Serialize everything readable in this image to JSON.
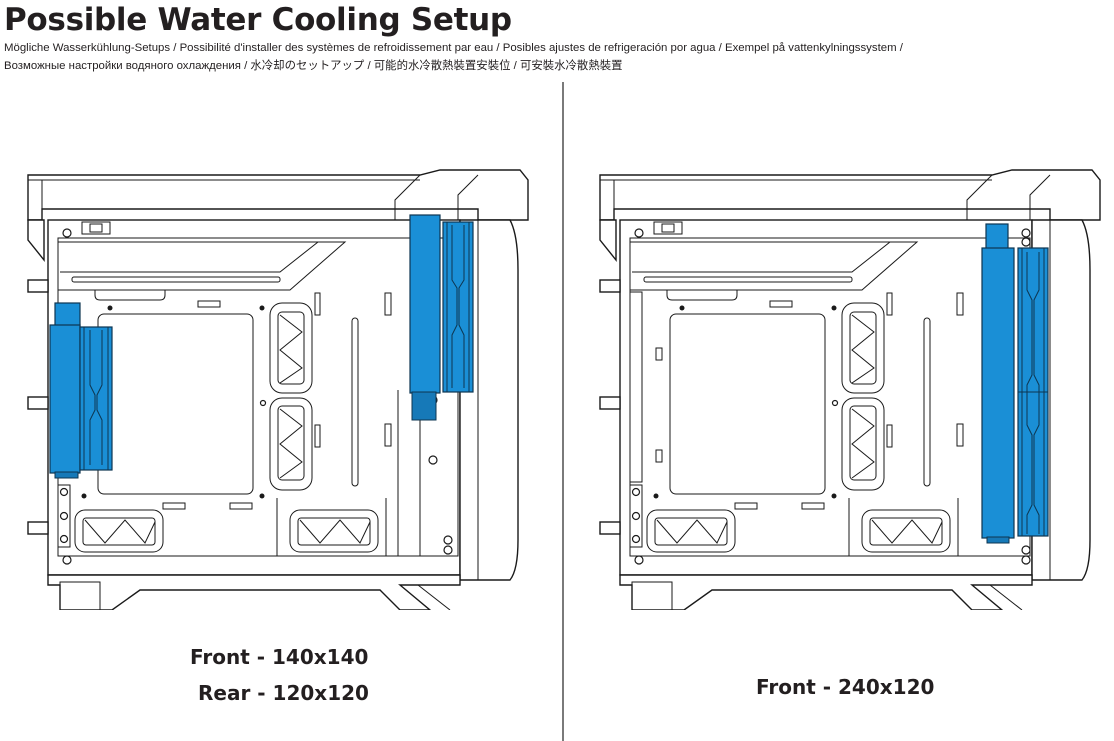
{
  "header": {
    "title": "Possible Water Cooling Setup",
    "subtitle_line1": "Mögliche Wasserkühlung-Setups  / Possibilité d'installer des systèmes de refroidissement par eau / Posibles ajustes de refrigeración por agua / Exempel på vattenkylningssystem /",
    "subtitle_line2": "Возможные настройки водяного охлаждения / 水冷却のセットアップ / 可能的水冷散熱裝置安裝位 / 可安裝水冷散熱裝置"
  },
  "colors": {
    "radiator_blue": "#1a8fd6",
    "outline": "#1a1a1a",
    "divider": "#7a7a7a"
  },
  "setups": [
    {
      "id": "setup-a",
      "caption_line1": "Front - 140x140",
      "caption_line2": "Rear - 120x120",
      "radiators": [
        {
          "position": "front",
          "size": "140x140"
        },
        {
          "position": "rear",
          "size": "120x120"
        }
      ]
    },
    {
      "id": "setup-b",
      "caption_line1": "Front - 240x120",
      "radiators": [
        {
          "position": "front",
          "size": "240x120"
        }
      ]
    }
  ]
}
